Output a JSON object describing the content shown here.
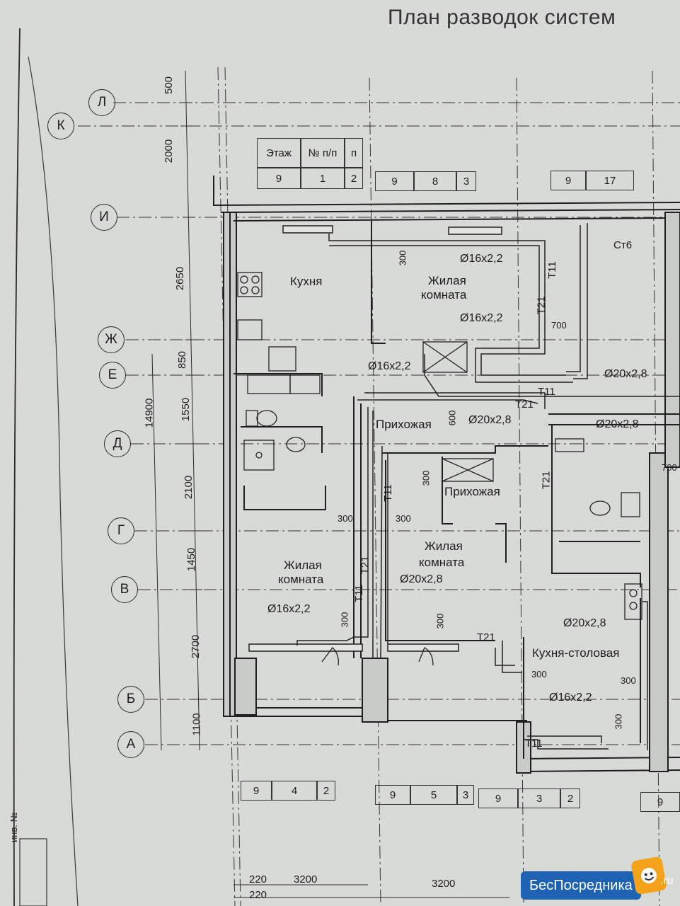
{
  "title": "План разводок систем",
  "axes_letters": [
    "Л",
    "К",
    "И",
    "Ж",
    "Е",
    "Д",
    "Г",
    "В",
    "Б",
    "А"
  ],
  "dims_vertical": [
    "500",
    "2000",
    "2650",
    "850",
    "1550",
    "2100",
    "1450",
    "2700",
    "1100",
    "14900"
  ],
  "dims_bottom": [
    "220",
    "3200",
    "3200",
    "220"
  ],
  "table_top_left": {
    "h1": "Этаж",
    "h2": "№ п/п",
    "h3": "п",
    "v1": "9",
    "v2": "1",
    "v3": "2"
  },
  "table_top_mid": [
    "9",
    "8",
    "3"
  ],
  "table_top_right": [
    "9",
    "17"
  ],
  "table_bottom_1": [
    "9",
    "4",
    "2"
  ],
  "table_bottom_2": [
    "9",
    "5",
    "3"
  ],
  "table_bottom_3": [
    "9",
    "3",
    "2"
  ],
  "table_bottom_4": [
    "9"
  ],
  "rooms": {
    "kitchen": "Кухня",
    "living_top_1": "Жилая",
    "living_top_2": "комната",
    "hall_1": "Прихожая",
    "hall_2": "Прихожая",
    "living_left_1": "Жилая",
    "living_left_2": "комната",
    "living_mid_1": "Жилая",
    "living_mid_2": "комната",
    "kitchen_dining": "Кухня-столовая"
  },
  "pipes": {
    "p1": "Ø16x2,2",
    "p2": "Ø16x2,2",
    "p3": "Ø16x2,2",
    "p4": "Ø20x2,8",
    "p5": "Ø20x2,8",
    "p6": "Ø20x2,8",
    "p7": "Ø16x2,2",
    "p8": "Ø20x2,8",
    "p9": "Ø20x2,8",
    "p10": "Ø16x2,2"
  },
  "tags": {
    "t11a": "T11",
    "t21a": "T21",
    "t11b": "T11",
    "t21b": "T21",
    "t11c": "T11",
    "t21c": "T21",
    "t11d": "T11",
    "t21d": "T21",
    "t21e": "T21",
    "t11e": "T11",
    "st6": "Ст6"
  },
  "small_dims": {
    "d300a": "300",
    "d700a": "700",
    "d600": "600",
    "d300b": "300",
    "d300c": "300",
    "d300d": "300",
    "d300e": "300",
    "d300f": "300",
    "d300g": "300",
    "d300h": "300",
    "d300i": "300",
    "d700b": "700"
  },
  "stamp": "инв. №",
  "watermark": {
    "text": "БесПосредника",
    "suffix": ".ru"
  }
}
